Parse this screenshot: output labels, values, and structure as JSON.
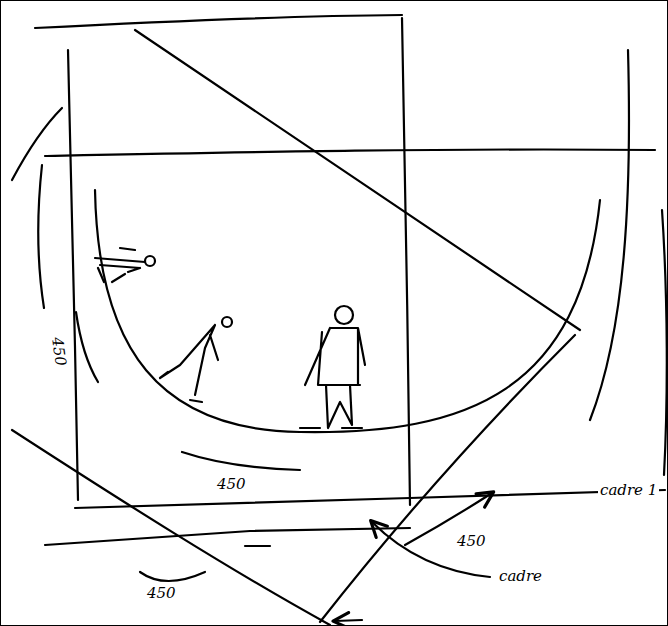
{
  "diagram": {
    "labels": [
      "450",
      "450",
      "450",
      "450",
      "cadre 1",
      "cadre"
    ]
  }
}
